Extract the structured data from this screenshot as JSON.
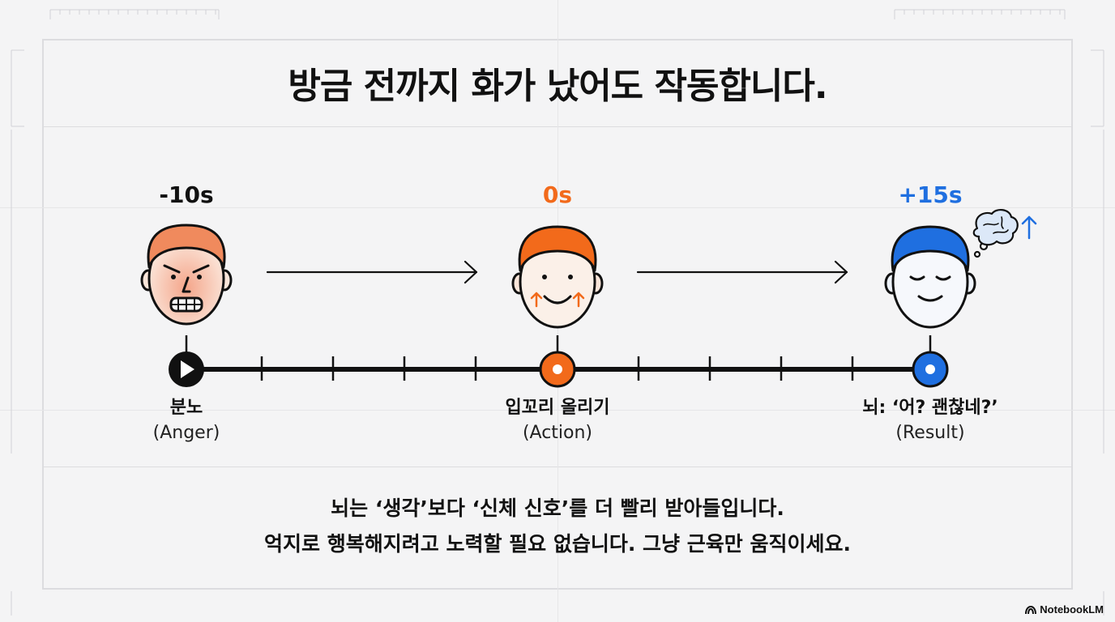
{
  "title": "방금 전까지 화가 났어도 작동합니다.",
  "colors": {
    "anger": "#f08a5d",
    "action": "#f26a1b",
    "result": "#1f6fe0",
    "line": "#111111"
  },
  "stages": [
    {
      "time": "-10s",
      "label_ko": "분노",
      "label_en": "(Anger)",
      "icon": "angry-face-icon",
      "marker_icon": "play-icon"
    },
    {
      "time": "0s",
      "label_ko": "입꼬리 올리기",
      "label_en": "(Action)",
      "icon": "smiling-face-icon",
      "marker_icon": "dot-icon"
    },
    {
      "time": "+15s",
      "label_ko": "뇌: ‘어? 괜찮네?’",
      "label_en": "(Result)",
      "icon": "calm-face-icon",
      "marker_icon": "dot-icon",
      "extra_icon": "brain-thought-up-icon"
    }
  ],
  "caption": {
    "line1": "뇌는 ‘생각’보다 ‘신체 신호’를 더 빨리 받아들입니다.",
    "line2": "억지로 행복해지려고 노력할 필요 없습니다. 그냥 근육만 움직이세요."
  },
  "brand": "NotebookLM"
}
